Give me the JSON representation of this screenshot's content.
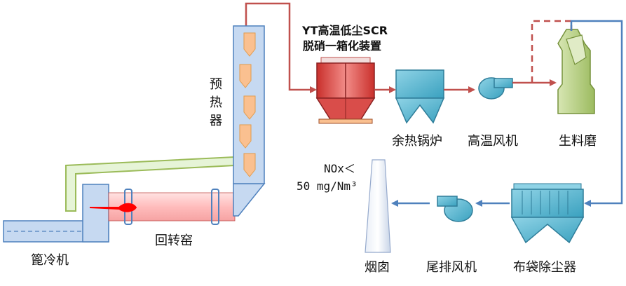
{
  "colors": {
    "flue_gas_line": "#c0504d",
    "clean_gas_line": "#4f81bd",
    "equipment_fill": "#4bacc6",
    "preheater_fill": "#c6d9f1",
    "cyclone_fill": "#fac090",
    "kiln_fill": "#ffc8c8",
    "duct_fill": "#e6f4d7",
    "mill_fill": "#c3d69b",
    "scr_fill": "#d9534f"
  },
  "labels": {
    "scr_title_line1": "YT高温低尘SCR",
    "scr_title_line2": "脱硝一箱化装置",
    "preheater": "预热器",
    "waste_heat_boiler": "余热锅炉",
    "high_temp_fan": "高温风机",
    "raw_mill": "生料磨",
    "bag_filter": "布袋除尘器",
    "tail_fan": "尾排风机",
    "chimney": "烟囱",
    "rotary_kiln": "回转窑",
    "grate_cooler": "篦冷机",
    "nox_limit_line1": "NOx＜",
    "nox_limit_line2": "50 mg/Nm³"
  }
}
